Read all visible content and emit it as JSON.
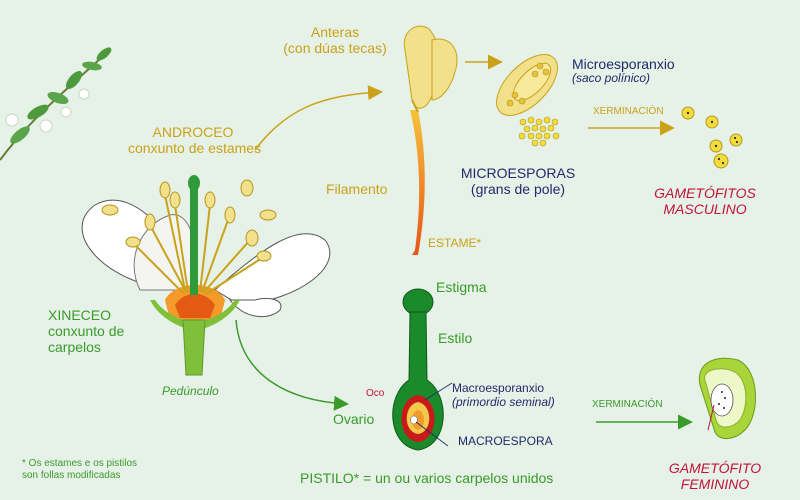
{
  "androceo": {
    "line1": "ANDROCEO",
    "line2": "conxunto de estames"
  },
  "xineceo": {
    "line1": "XINECEO",
    "line2": "conxunto de",
    "line3": "carpelos"
  },
  "peduncle": "Pedúnculo",
  "anthers": {
    "line1": "Anteras",
    "line2": "(con dúas tecas)"
  },
  "filament": "Filamento",
  "stamen": "ESTAME*",
  "microsporangium": {
    "line1": "Microesporanxio",
    "line2": "(saco polínico)"
  },
  "microspores": {
    "line1": "MICROESPORAS",
    "line2": "(grans de pole)"
  },
  "germination_top": "XERMINACIÓN",
  "male_gametophyte": {
    "line1": "GAMETÓFITOS",
    "line2": "MASCULINO"
  },
  "stigma": "Estigma",
  "style": "Estilo",
  "oco": "Oco",
  "ovary": "Ovario",
  "macrosporangium": {
    "line1": "Macroesporanxio",
    "line2": "(primordio seminal)"
  },
  "macrospore": "MACROESPORA",
  "germination_bottom": "XERMINACIÓN",
  "female_gametophyte": {
    "line1": "GAMETÓFITO",
    "line2": "FEMININO"
  },
  "pistil_note": "PISTILO* = un ou varios carpelos unidos",
  "footnote": {
    "line1": "* Os estames e os pistilos",
    "line2": "son follas modificadas"
  },
  "colors": {
    "background": "#e6f2e7",
    "yellow_label": "#c9a21a",
    "green_label": "#3a9a2a",
    "navy_label": "#1f2a6b",
    "red_label": "#c0133a"
  }
}
